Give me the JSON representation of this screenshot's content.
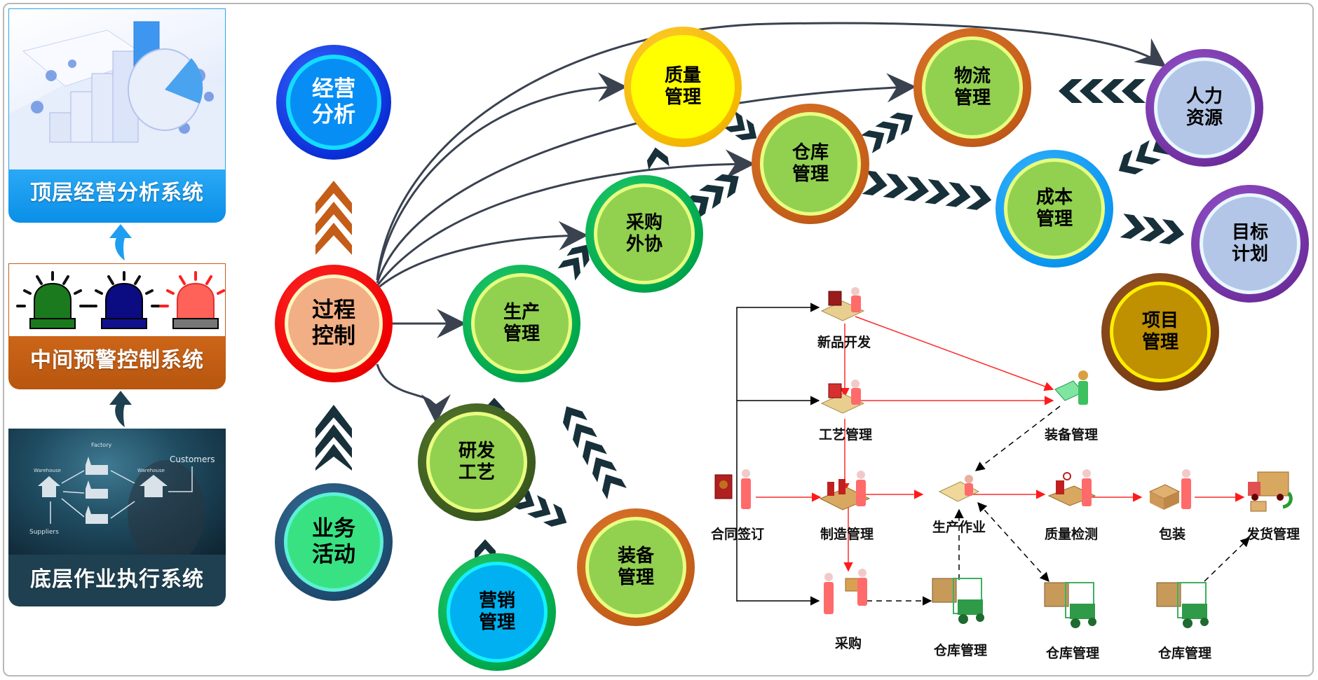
{
  "left_panels": {
    "top": {
      "label": "顶层经营分析系统",
      "image": "3d-bar-and-pie-charts-illustration"
    },
    "middle": {
      "label": "中间预警控制系统",
      "lights": [
        {
          "name": "green-alarm-light",
          "color": "#1a7f1a"
        },
        {
          "name": "blue-alarm-light",
          "color": "#0a0a80"
        },
        {
          "name": "red-alarm-light",
          "color": "#ff5a50"
        }
      ]
    },
    "bottom": {
      "label": "底层作业执行系统",
      "image": "supply-chain-whiteboard-photo",
      "image_text": {
        "factory": "Factory",
        "warehouse_left": "Warehouse",
        "warehouse_right": "Warehouse",
        "customers": "Customers",
        "suppliers": "Suppliers"
      }
    }
  },
  "nodes": {
    "jingying": {
      "line1": "经营",
      "line2": "分析"
    },
    "guocheng": {
      "line1": "过程",
      "line2": "控制"
    },
    "yewu": {
      "line1": "业务",
      "line2": "活动"
    },
    "shengchan": {
      "line1": "生产",
      "line2": "管理"
    },
    "caigou": {
      "line1": "采购",
      "line2": "外协"
    },
    "zhiliang": {
      "line1": "质量",
      "line2": "管理"
    },
    "cangku": {
      "line1": "仓库",
      "line2": "管理"
    },
    "wuliu": {
      "line1": "物流",
      "line2": "管理"
    },
    "renli": {
      "line1": "人力",
      "line2": "资源"
    },
    "chengben": {
      "line1": "成本",
      "line2": "管理"
    },
    "mubiao": {
      "line1": "目标",
      "line2": "计划"
    },
    "xiangmu": {
      "line1": "项目",
      "line2": "管理"
    },
    "yanfa": {
      "line1": "研发",
      "line2": "工艺"
    },
    "zhuangbei": {
      "line1": "装备",
      "line2": "管理"
    },
    "yingxiao": {
      "line1": "营销",
      "line2": "管理"
    }
  },
  "process_flow": {
    "steps": {
      "xinpin": "新品开发",
      "gongyi": "工艺管理",
      "zhuangbei": "装备管理",
      "hetong": "合同签订",
      "zhizao": "制造管理",
      "shengchan": "生产作业",
      "zhijian": "质量检测",
      "baozhuang": "包装",
      "fahuo": "发货管理",
      "caigou": "采购",
      "cangku1": "仓库管理",
      "cangku2": "仓库管理",
      "cangku3": "仓库管理"
    }
  },
  "colors": {
    "chevron_dark": "#17303a",
    "chevron_orange": "#c45d18",
    "connector": "#3a4250",
    "flow_red": "#ff2a2a"
  }
}
